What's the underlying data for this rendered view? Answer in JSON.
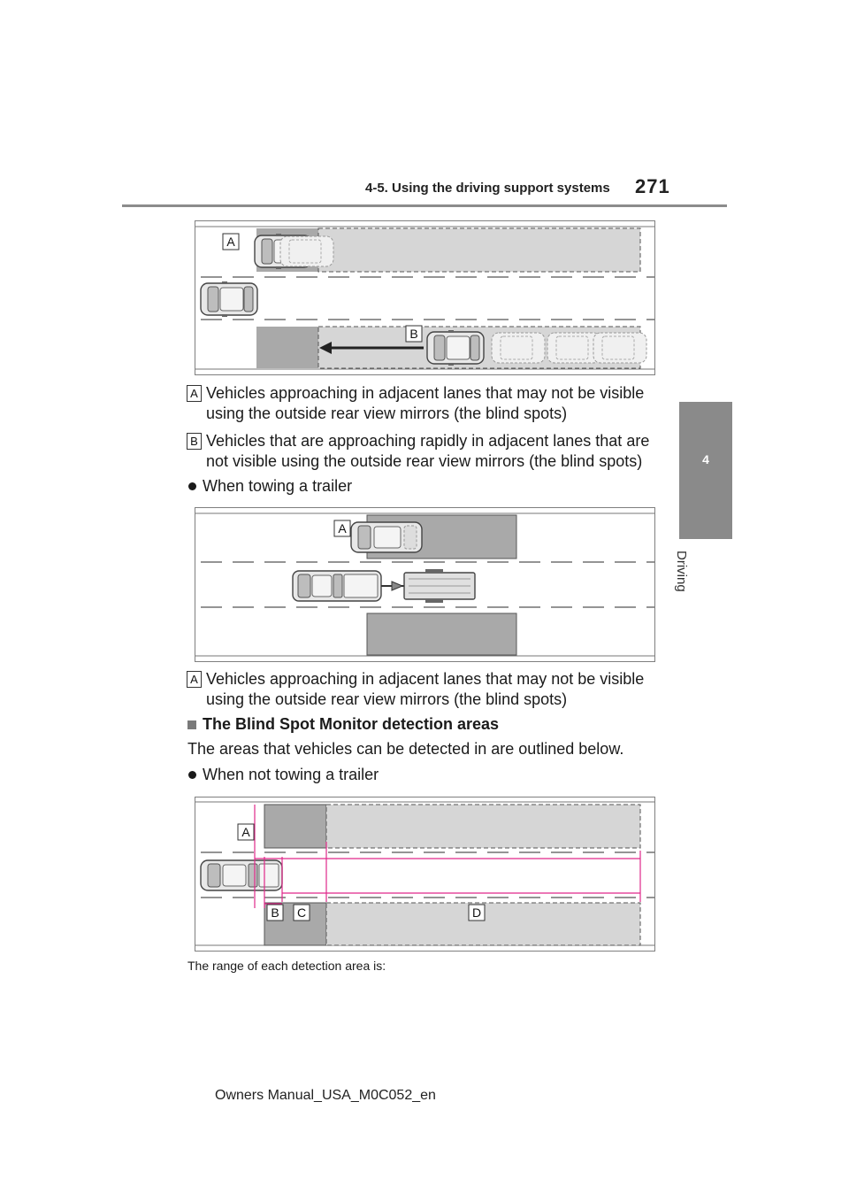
{
  "header": {
    "section": "4-5. Using the driving support systems",
    "page_number": "271"
  },
  "chapter_tab": {
    "number": "4",
    "label": "Driving"
  },
  "figure1": {
    "label_a": "A",
    "label_b": "B"
  },
  "legend1": [
    {
      "key": "A",
      "line1": "Vehicles approaching in adjacent lanes that may not be visible",
      "line2": "using the outside rear view mirrors (the blind spots)"
    },
    {
      "key": "B",
      "line1": "Vehicles that are approaching rapidly in adjacent lanes that are",
      "line2": "not visible using the outside rear view mirrors (the blind spots)"
    }
  ],
  "bullet_towing": "When towing a trailer",
  "figure2": {
    "label_a": "A"
  },
  "legend2": [
    {
      "key": "A",
      "line1": "Vehicles approaching in adjacent lanes that may not be visible",
      "line2": "using the outside rear view mirrors (the blind spots)"
    }
  ],
  "subheading": "The Blind Spot Monitor detection areas",
  "intro_text": "The areas that vehicles can be detected in are outlined below.",
  "bullet_not_towing": "When not towing a trailer",
  "figure3": {
    "label_a": "A",
    "label_b": "B",
    "label_c": "C",
    "label_d": "D"
  },
  "range_text": "The range of each detection area is:",
  "footer": "Owners Manual_USA_M0C052_en",
  "colors": {
    "zone_dark": "#a9a9a9",
    "zone_light": "#d6d6d6",
    "magenta": "#e0288a",
    "tab": "#8a8a8a"
  }
}
